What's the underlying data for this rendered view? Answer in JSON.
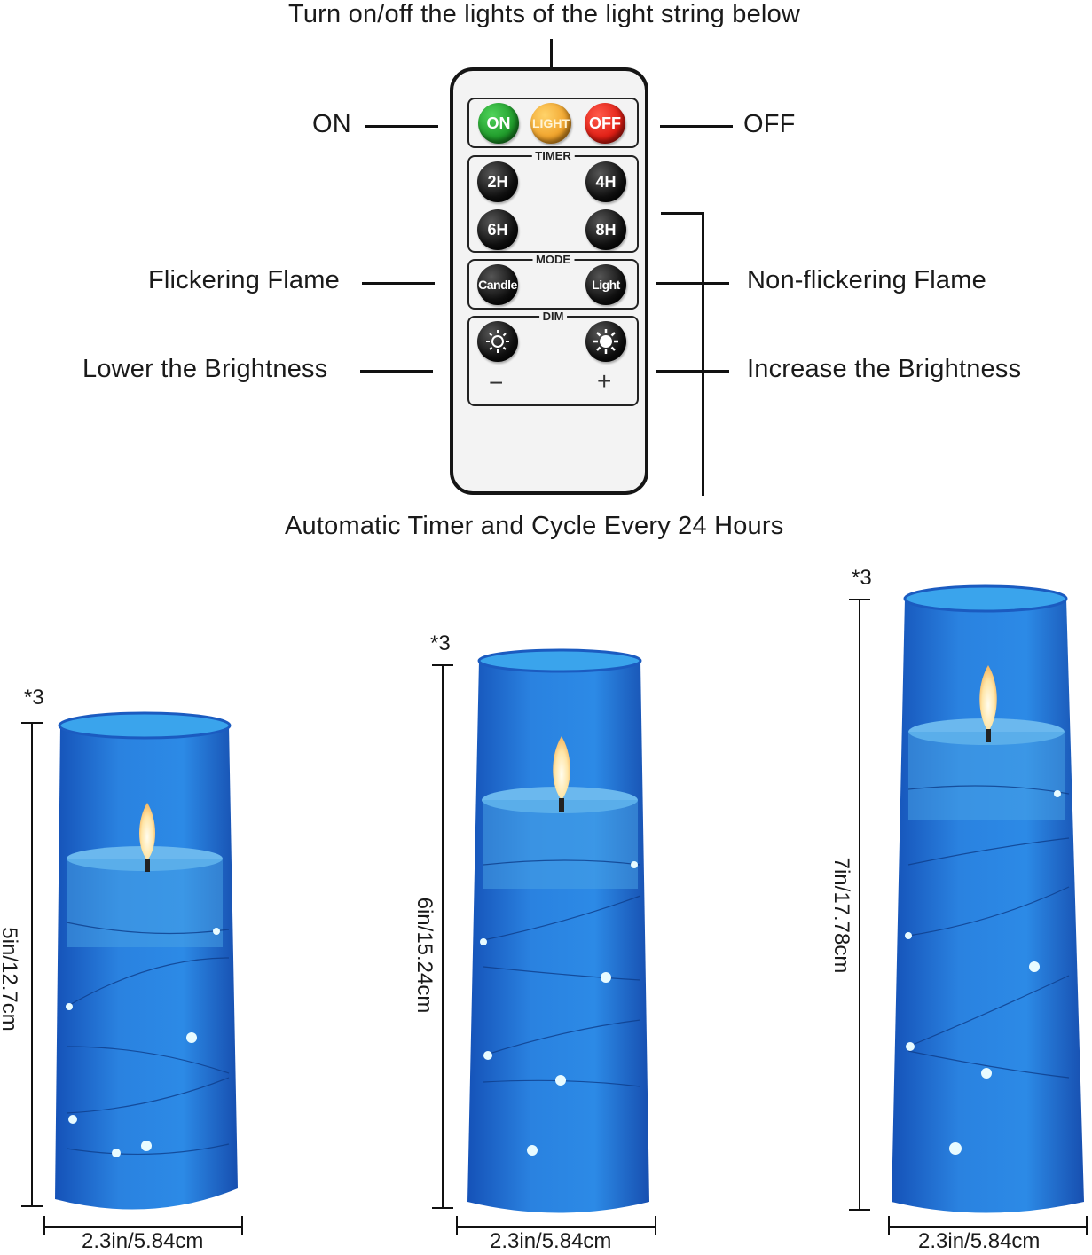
{
  "header": {
    "top_caption": "Turn on/off the lights of the light string below"
  },
  "callouts": {
    "on": "ON",
    "off": "OFF",
    "flicker": "Flickering Flame",
    "nonflicker": "Non-flickering Flame",
    "lower": "Lower the Brightness",
    "increase": "Increase the Brightness",
    "timer_cycle": "Automatic Timer and Cycle Every 24 Hours"
  },
  "remote": {
    "power": {
      "on": "ON",
      "light": "LIGHT",
      "off": "OFF"
    },
    "timer": {
      "title": "TIMER",
      "b2": "2H",
      "b4": "4H",
      "b6": "6H",
      "b8": "8H"
    },
    "mode": {
      "title": "MODE",
      "candle": "Candle",
      "light": "Light"
    },
    "dim": {
      "title": "DIM",
      "minus": "−",
      "plus": "+"
    }
  },
  "candles": [
    {
      "height_label": "5in/12.7cm",
      "width_label": "2.3in/5.84cm",
      "qty": "*3"
    },
    {
      "height_label": "6in/15.24cm",
      "width_label": "2.3in/5.84cm",
      "qty": "*3"
    },
    {
      "height_label": "7in/17.78cm",
      "width_label": "2.3in/5.84cm",
      "qty": "*3"
    }
  ],
  "colors": {
    "glass": "#1f6fd0",
    "wax": "#4aa3e6",
    "flame": "#ffe6a8"
  }
}
